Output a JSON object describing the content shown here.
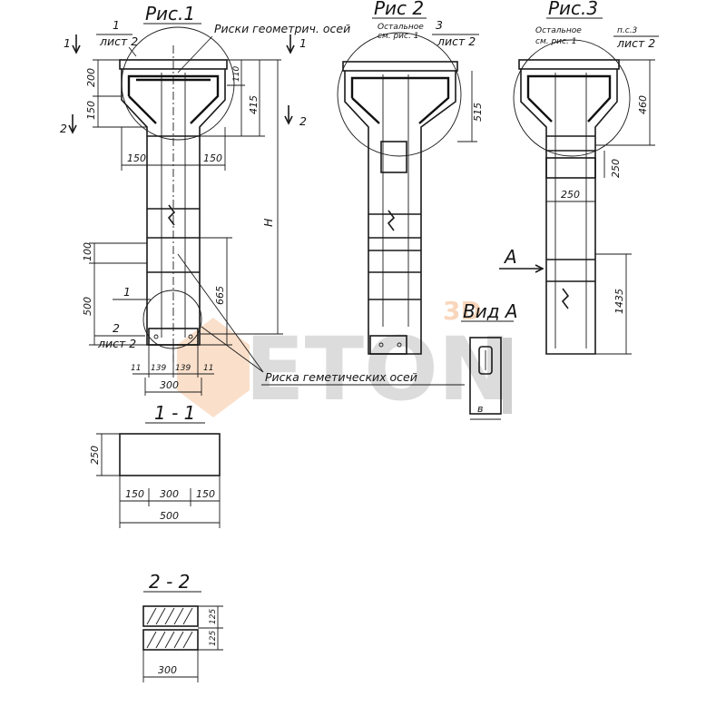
{
  "figures": {
    "fig1": {
      "title": "Рис.1",
      "axis_marks_label": "Риски геометрич. осей"
    },
    "fig2": {
      "title": "Рис 2",
      "rest_note_1": "Остальное",
      "rest_note_2": "см. рис. 1",
      "callout_num": "3",
      "callout_sheet": "лист 2"
    },
    "fig3": {
      "title": "Рис.3",
      "rest_note_1": "Остальное",
      "rest_note_2": "см. рис. 1",
      "callout_num": "п.с.3",
      "callout_sheet": "лист 2"
    }
  },
  "callouts": {
    "c1_num": "1",
    "c1_sheet": "лист 2",
    "c2_num": "2",
    "c2_sheet": "лист 2",
    "pos1": "1"
  },
  "section_marks": {
    "s1_left": "1",
    "s1_right": "1",
    "s2_left": "2",
    "s2_right": "2"
  },
  "bottom_label": "Риска геметических осей",
  "dimensions": {
    "d200": "200",
    "d150": "150",
    "d110": "110",
    "d415": "415",
    "d150_left": "150",
    "d150_right": "150",
    "dH": "H",
    "d100": "100",
    "d500": "500",
    "d665": "665",
    "d11a": "11",
    "d139a": "139",
    "d139b": "139",
    "d11b": "11",
    "d300": "300",
    "d515": "515",
    "d460": "460",
    "d250_vert": "250",
    "d250_horiz": "250",
    "d1435": "1435"
  },
  "view_a": {
    "arrow_label": "А",
    "title": "Вид А",
    "dim_b": "в"
  },
  "section_1_1": {
    "title": "1 - 1",
    "height": "250",
    "w_left": "150",
    "w_mid": "300",
    "w_right": "150",
    "w_total": "500"
  },
  "section_2_2": {
    "title": "2 - 2",
    "h_top": "125",
    "h_bottom": "125",
    "width": "300"
  },
  "watermark": {
    "top": "3D",
    "main": "ETON"
  }
}
